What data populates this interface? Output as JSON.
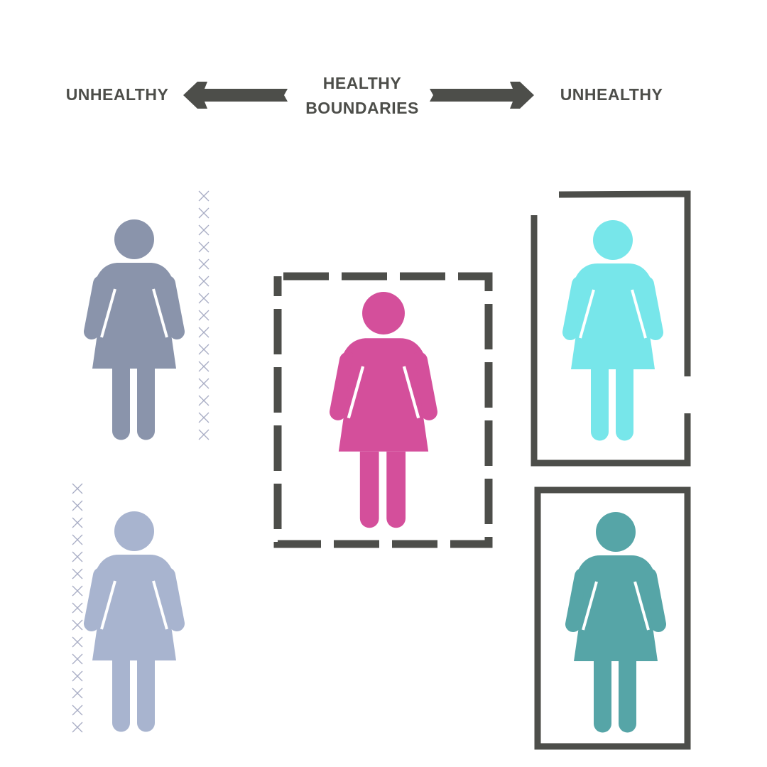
{
  "header": {
    "left_label": "UNHEALTHY",
    "center_label_line1": "HEALTHY",
    "center_label_line2": "BOUNDARIES",
    "right_label": "UNHEALTHY"
  },
  "colors": {
    "dark": "#4d4e4a",
    "figure_gray": "#8a94ab",
    "figure_lightblue": "#a8b4cf",
    "figure_pink": "#d44f9b",
    "figure_cyan": "#77e6ea",
    "figure_teal": "#56a5a7",
    "x_marks": "#a7acc4"
  },
  "figures": [
    {
      "name": "porous-boundary-figure",
      "color": "#8a94ab"
    },
    {
      "name": "porous-boundary-figure-2",
      "color": "#a8b4cf"
    },
    {
      "name": "healthy-boundary-figure",
      "color": "#d44f9b"
    },
    {
      "name": "rigid-boundary-figure-with-gap",
      "color": "#77e6ea"
    },
    {
      "name": "rigid-boundary-figure-closed",
      "color": "#56a5a7"
    }
  ]
}
